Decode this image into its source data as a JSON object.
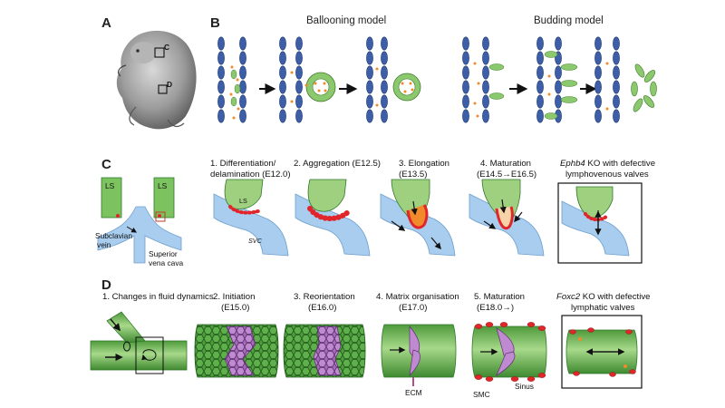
{
  "panel_letters": {
    "a": "A",
    "b": "B",
    "c": "C",
    "d": "D"
  },
  "panel_a": {
    "box_c": "C",
    "box_d": "D"
  },
  "panel_b": {
    "ballooning_title": "Ballooning model",
    "budding_title": "Budding model"
  },
  "panel_c": {
    "ls_left": "LS",
    "ls_right": "LS",
    "subclavian_line1": "Subclavian",
    "subclavian_line2": "vein",
    "svc_line1": "Superior",
    "svc_line2": "vena cava",
    "steps": [
      {
        "line1": "1. Differentiation/",
        "line2": "delamination (E12.0)"
      },
      {
        "line1": "2. Aggregation (E12.5)",
        "line2": ""
      },
      {
        "line1": "3. Elongation",
        "line2": "(E13.5)"
      },
      {
        "line1": "4. Maturation",
        "line2": "(E14.5→E16.5)"
      },
      {
        "line1_italic": "Ephb4",
        "line1_rest": " KO with defective",
        "line2": "lymphovenous valves"
      }
    ],
    "ls_inner": "LS",
    "svc_inner": "SVC"
  },
  "panel_d": {
    "steps": [
      {
        "line1": "1. Changes in fluid dynamics",
        "line2": ""
      },
      {
        "line1": "2. Initiation",
        "line2": "(E15.0)"
      },
      {
        "line1": "3. Reorientation",
        "line2": "(E16.0)"
      },
      {
        "line1": "4. Matrix organisation",
        "line2": "(E17.0)"
      },
      {
        "line1": "5. Maturation",
        "line2": "(E18.0→)"
      },
      {
        "line1_italic": "Foxc2",
        "line1_rest": " KO with defective",
        "line2": "lymphatic valves"
      }
    ],
    "ecm": "ECM",
    "smc": "SMC",
    "sinus": "Sinus"
  },
  "colors": {
    "blue_cell": "#3d5fa8",
    "green": "#7cc25f",
    "green_light": "#a9d98c",
    "green_dark": "#2f7a2a",
    "red": "#e0262a",
    "orange": "#f08a2b",
    "vein_blue": "#a9cdee",
    "purple": "#b07ac4"
  }
}
